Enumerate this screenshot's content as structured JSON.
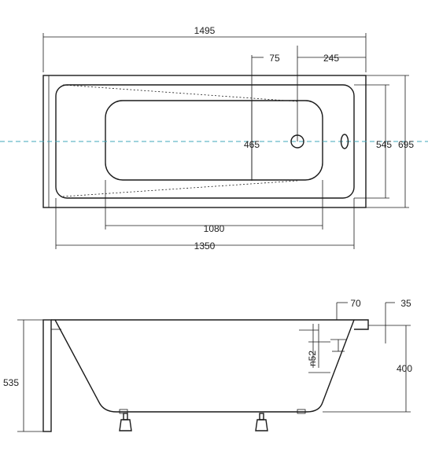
{
  "top_view": {
    "dim_overall_length": "1495",
    "dim_overflow_offset": "75",
    "dim_drain_offset": "245",
    "dim_inner_width": "465",
    "dim_inner_outer_width": "545",
    "dim_overall_width": "695",
    "dim_bottom_length": "1080",
    "dim_inner_length": "1350"
  },
  "side_view": {
    "dim_height_total": "535",
    "dim_rim_offset": "70",
    "dim_rim_thickness": "35",
    "dim_depth": "400",
    "dim_drain_height": "n52"
  },
  "colors": {
    "line": "#1a1a1a",
    "center_axis": "#3fa7b8"
  }
}
